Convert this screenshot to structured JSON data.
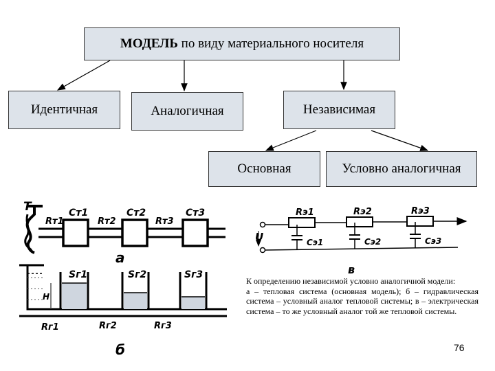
{
  "top_box": {
    "bold": "МОДЕЛЬ",
    "rest": " по виду материального носителя"
  },
  "boxes": {
    "identical": "Идентичная",
    "analog": "Аналогичная",
    "independent": "Независимая",
    "main": "Основная",
    "conditional": "Условно аналогичная"
  },
  "thermal": {
    "T": "T",
    "C1": "Cт1",
    "C2": "Cт2",
    "C3": "Cт3",
    "R1": "Rт1",
    "R2": "Rт2",
    "R3": "Rт3",
    "panel": "a"
  },
  "hydraulic": {
    "S1": "Sг1",
    "S2": "Sг2",
    "S3": "Sг3",
    "R1": "Rг1",
    "R2": "Rг2",
    "R3": "Rг3",
    "H": "H",
    "panel": "б"
  },
  "electric": {
    "R1": "Rэ1",
    "R2": "Rэ2",
    "R3": "Rэ3",
    "C1": "Cэ1",
    "C2": "Cэ2",
    "C3": "Cэ3",
    "U": "U",
    "panel": "в"
  },
  "caption": [
    "К определению независимой условно аналогичной модели:",
    "а – тепловая система (основная модель); б – гидравлическая система – условный аналог тепловой системы; в – электрическая система – то же условный аналог той же тепловой системы."
  ],
  "page_number": "76"
}
